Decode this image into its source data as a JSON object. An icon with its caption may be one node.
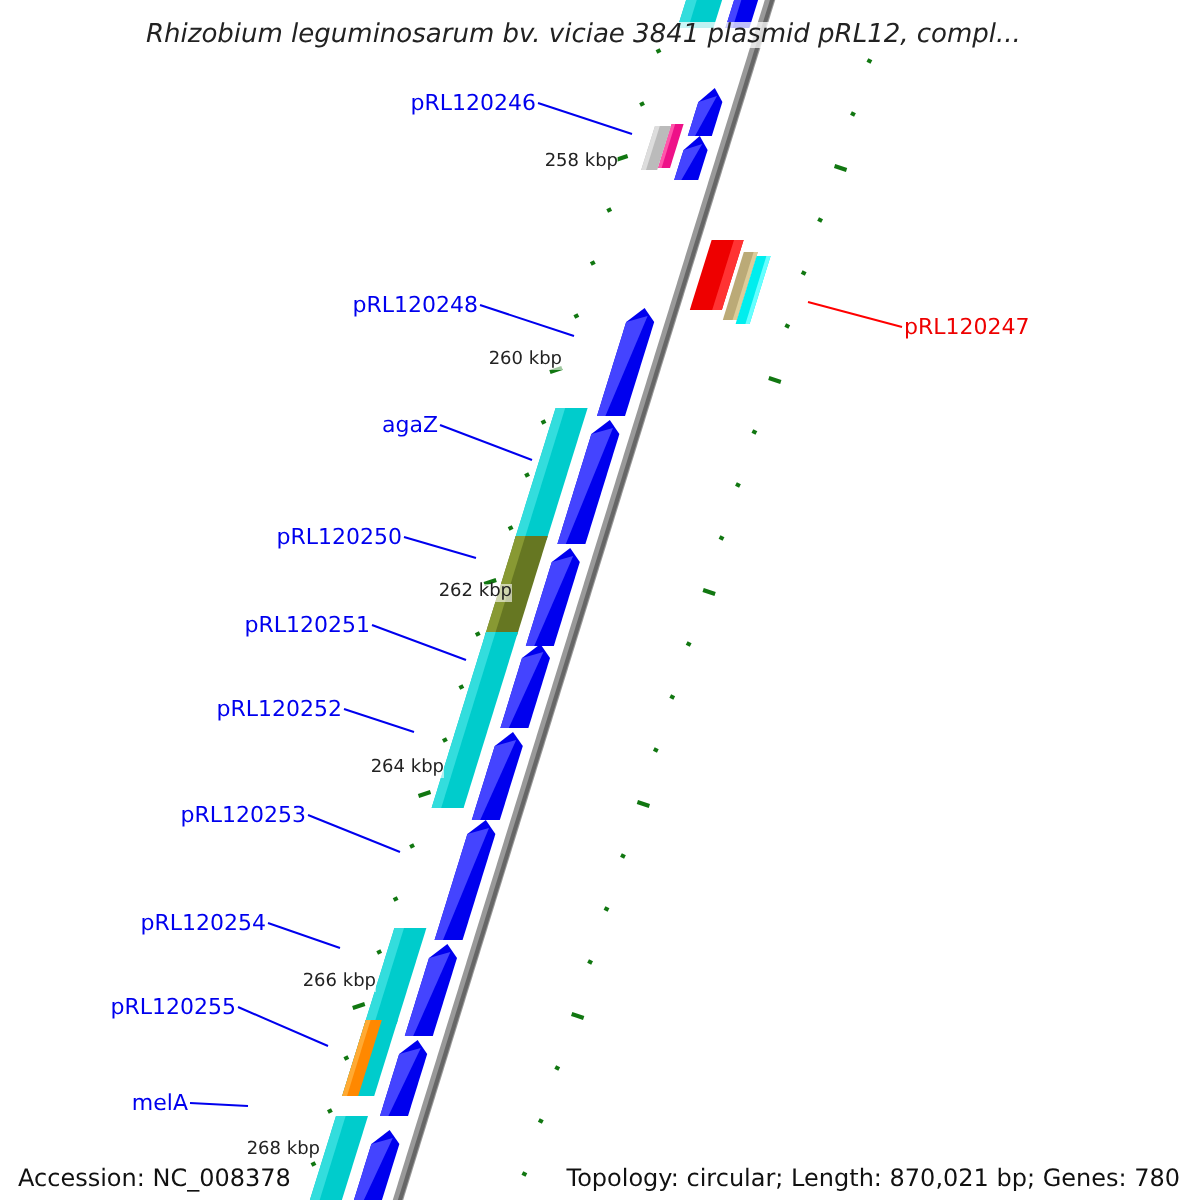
{
  "diagram": {
    "title": "Rhizobium leguminosarum bv. viciae 3841 plasmid pRL12, compl...",
    "nodes": [
      {
        "text": [
          "pRL120246"
        ]
      },
      {
        "text": [
          "pRL120248"
        ]
      },
      {
        "text": [
          "agaZ"
        ]
      },
      {
        "text": [
          "pRL120250"
        ]
      },
      {
        "text": [
          "pRL120251"
        ]
      },
      {
        "text": [
          "pRL120252"
        ]
      },
      {
        "text": [
          "pRL120253"
        ]
      },
      {
        "text": [
          "pRL120254"
        ]
      },
      {
        "text": [
          "pRL120255"
        ]
      },
      {
        "text": [
          "melA"
        ]
      },
      {
        "text": [
          "pRL120247"
        ]
      }
    ],
    "edges": [
      {
        "from": 0,
        "to": null,
        "arrow": "none"
      },
      {
        "from": 1,
        "to": null,
        "arrow": "none"
      },
      {
        "from": 2,
        "to": null,
        "arrow": "none"
      },
      {
        "from": 3,
        "to": null,
        "arrow": "none"
      },
      {
        "from": 4,
        "to": null,
        "arrow": "none"
      },
      {
        "from": 5,
        "to": null,
        "arrow": "none"
      },
      {
        "from": 6,
        "to": null,
        "arrow": "none"
      },
      {
        "from": 7,
        "to": null,
        "arrow": "none"
      },
      {
        "from": 8,
        "to": null,
        "arrow": "none"
      },
      {
        "from": 9,
        "to": null,
        "arrow": "none"
      },
      {
        "from": 10,
        "to": null,
        "arrow": "none",
        "color": "#ff0000"
      }
    ],
    "labels": [
      "258 kbp",
      "260 kbp",
      "262 kbp",
      "264 kbp",
      "266 kbp",
      "268 kbp",
      "Accession: NC_008378",
      "Topology: circular; Length: 870,021 bp; Genes: 780"
    ]
  }
}
